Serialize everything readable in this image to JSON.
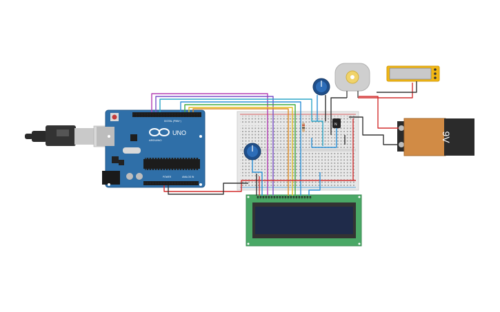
{
  "arduino": {
    "logo_text": "UNO",
    "brand_text": "ARDUINO",
    "digital_label": "DIGITAL (PWM~)",
    "power_label": "POWER",
    "analog_label": "ANALOG IN"
  },
  "battery": {
    "label": "9V"
  },
  "colors": {
    "arduino": "#2f6fa8",
    "breadboard": "#e8e8e8",
    "lcd_board": "#4aa866",
    "lcd_screen": "#1f2b4a",
    "battery_body": "#d18b45",
    "battery_cap": "#2b2b2b",
    "motor": "#cfcfcf",
    "multimeter": "#f2b713",
    "pot": "#1e4e8a",
    "wire_red": "#d22d2d",
    "wire_black": "#333333",
    "wire_blue": "#2a8fd6"
  }
}
